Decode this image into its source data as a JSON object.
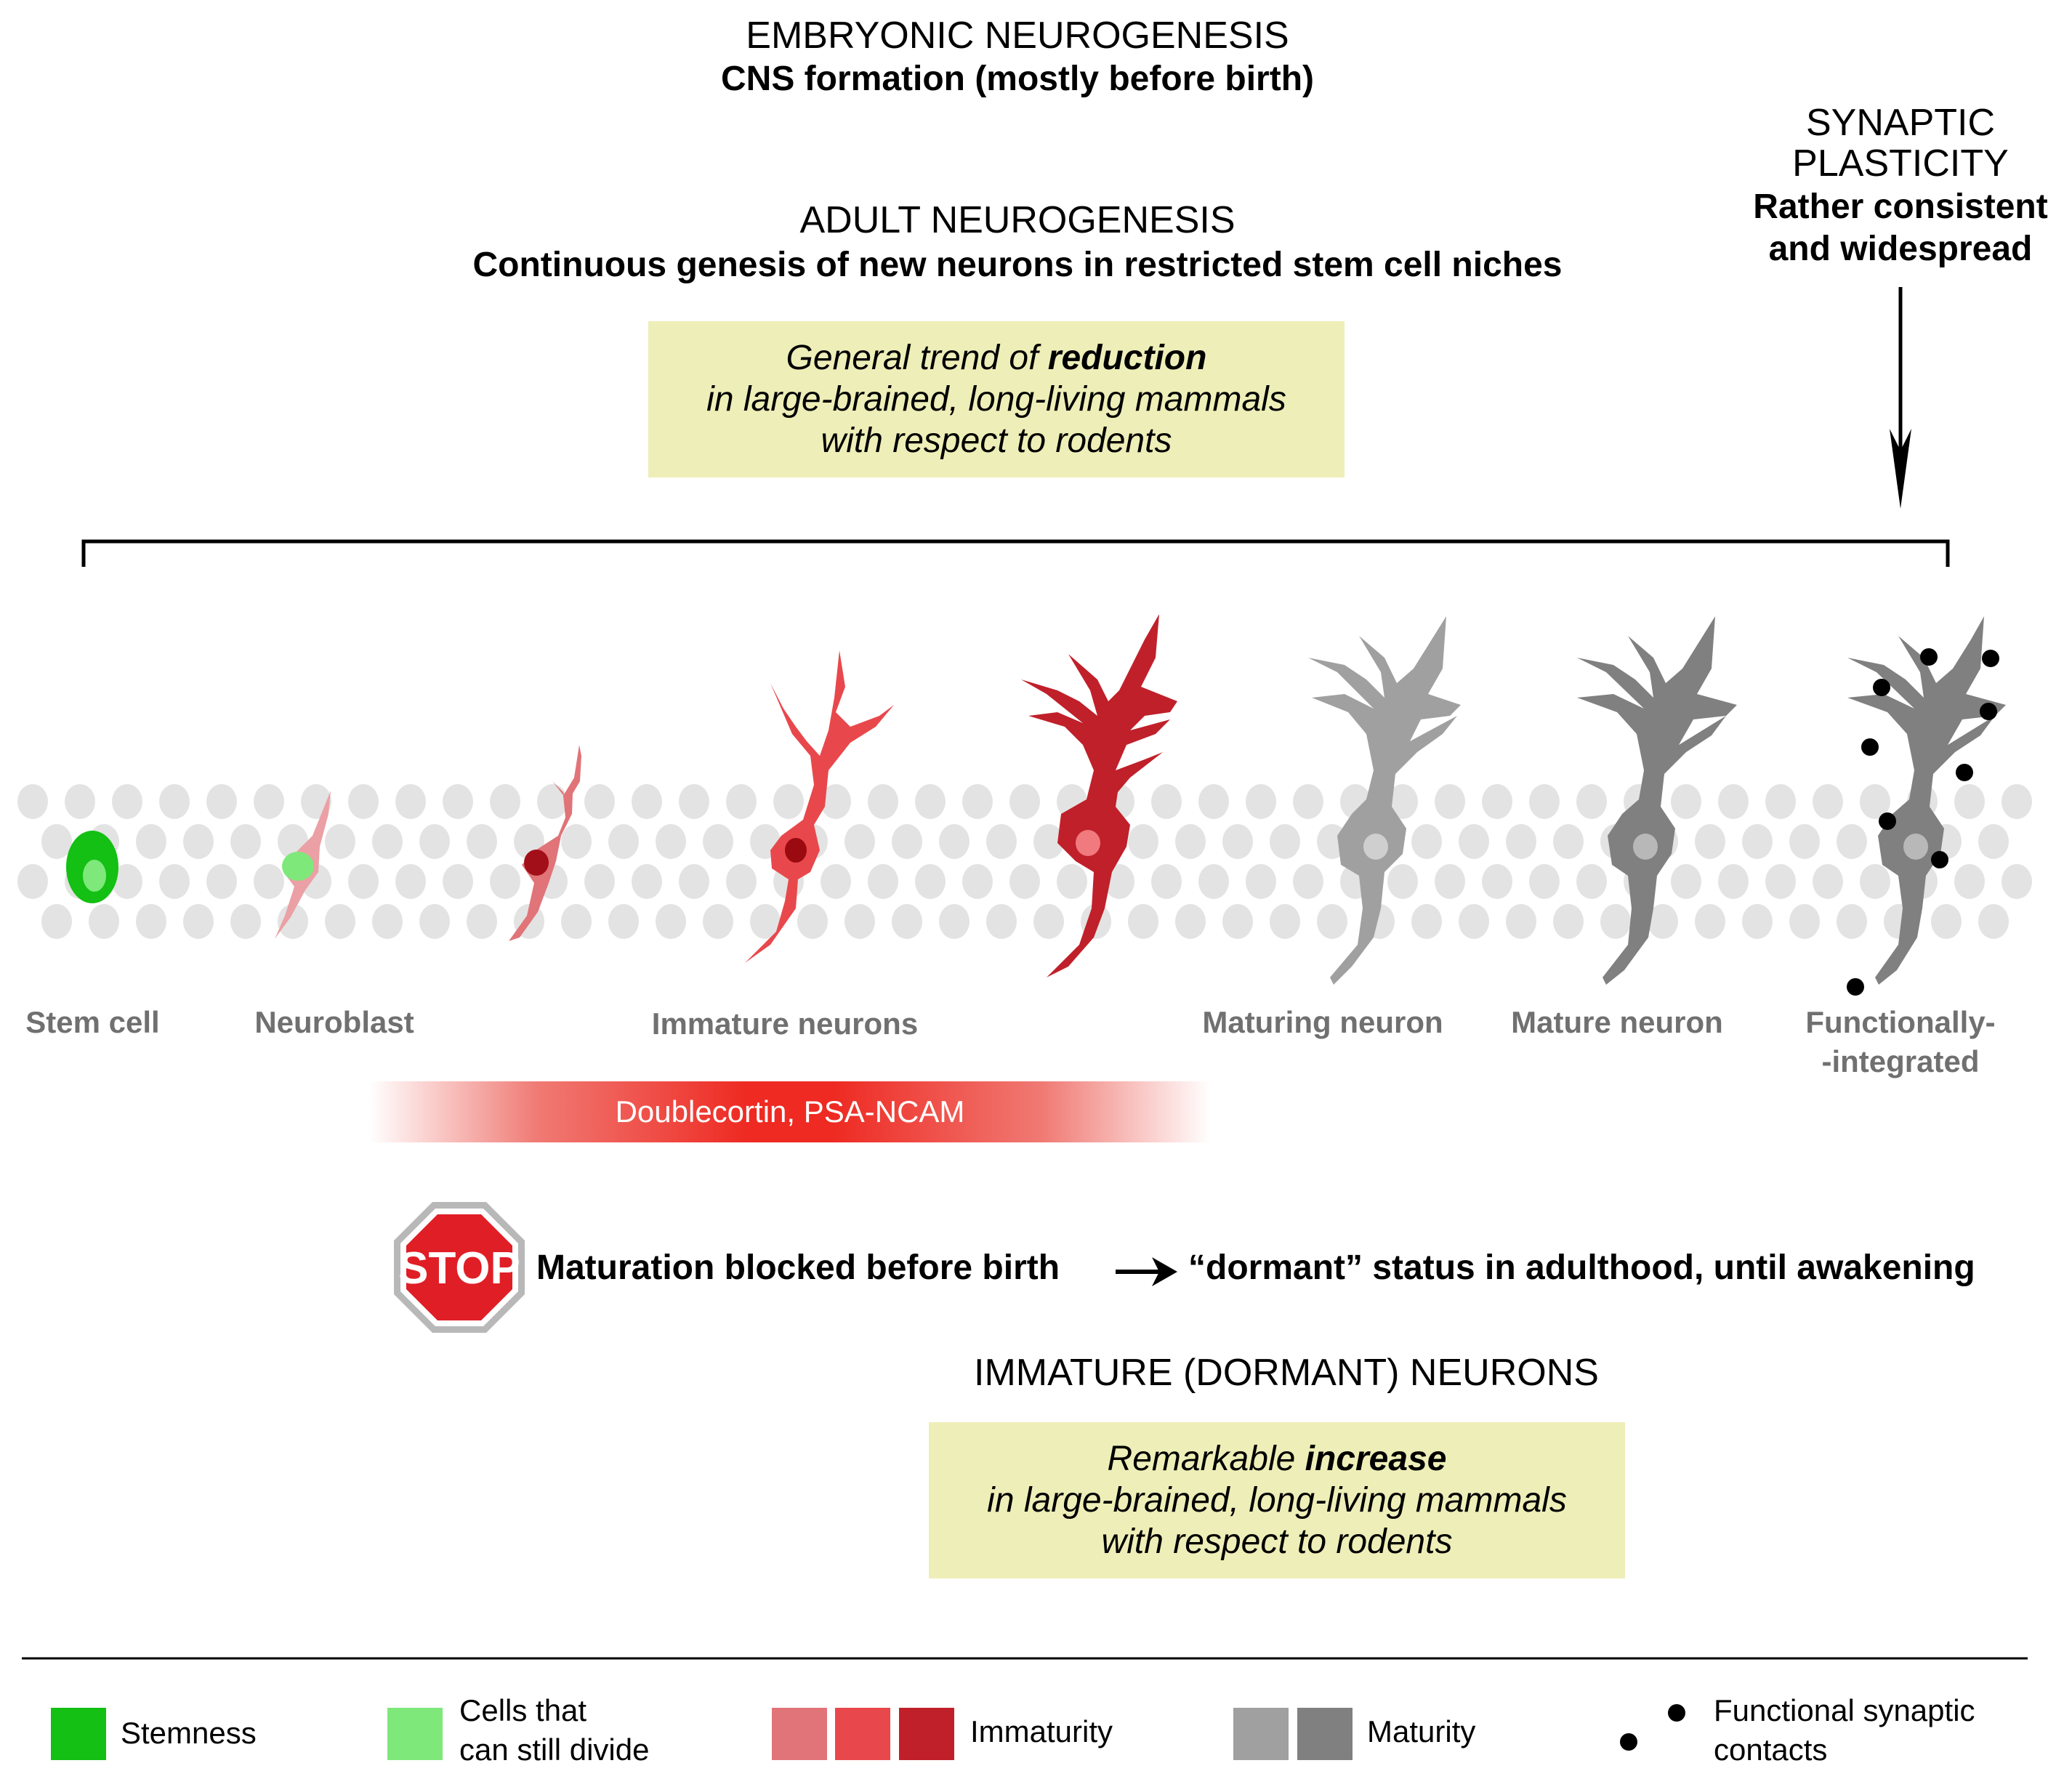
{
  "header": {
    "embryonic_title": "EMBRYONIC NEUROGENESIS",
    "embryonic_sub": "CNS formation (mostly before birth)",
    "adult_title": "ADULT NEUROGENESIS",
    "adult_sub": "Continuous genesis of new neurons in restricted stem cell niches",
    "synaptic_title_1": "SYNAPTIC",
    "synaptic_title_2": "PLASTICITY",
    "synaptic_sub_1": "Rather consistent",
    "synaptic_sub_2": "and widespread"
  },
  "trend_box": {
    "line1_pre": "General trend of ",
    "line1_bold": "reduction",
    "line2": "in large-brained, long-living mammals",
    "line3": "with respect to rodents"
  },
  "stages": {
    "stem_cell": "Stem cell",
    "neuroblast": "Neuroblast",
    "immature": "Immature neurons",
    "maturing": "Maturing neuron",
    "mature": "Mature neuron",
    "integrated_1": "Functionally-",
    "integrated_2": "-integrated"
  },
  "marker_bar": "Doublecortin, PSA-NCAM",
  "stop": {
    "sign": "STOP",
    "text1": "Maturation blocked before birth",
    "text2": "“dormant” status in adulthood, until awakening"
  },
  "dormant": {
    "title": "IMMATURE (DORMANT) NEURONS",
    "line1_pre": "Remarkable ",
    "line1_bold": "increase",
    "line2": "in large-brained, long-living mammals",
    "line3": "with respect to rodents"
  },
  "legend": {
    "stemness": "Stemness",
    "divide_1": "Cells that",
    "divide_2": "can still divide",
    "immaturity": "Immaturity",
    "maturity": "Maturity",
    "synaptic_1": "Functional synaptic",
    "synaptic_2": "contacts"
  },
  "colors": {
    "stemness": "#13c013",
    "divide": "#7ee87a",
    "immature_light": "#e07478",
    "immature_mid": "#e8484c",
    "immature_dark": "#c0202a",
    "mature_light": "#a0a0a0",
    "mature_dark": "#808080",
    "note_bg": "#eeeeb8",
    "stop_red": "#e01e26"
  },
  "icons": [
    "stop-sign-icon",
    "arrow-right-icon",
    "arrow-down-icon",
    "synapse-dot-icon"
  ]
}
